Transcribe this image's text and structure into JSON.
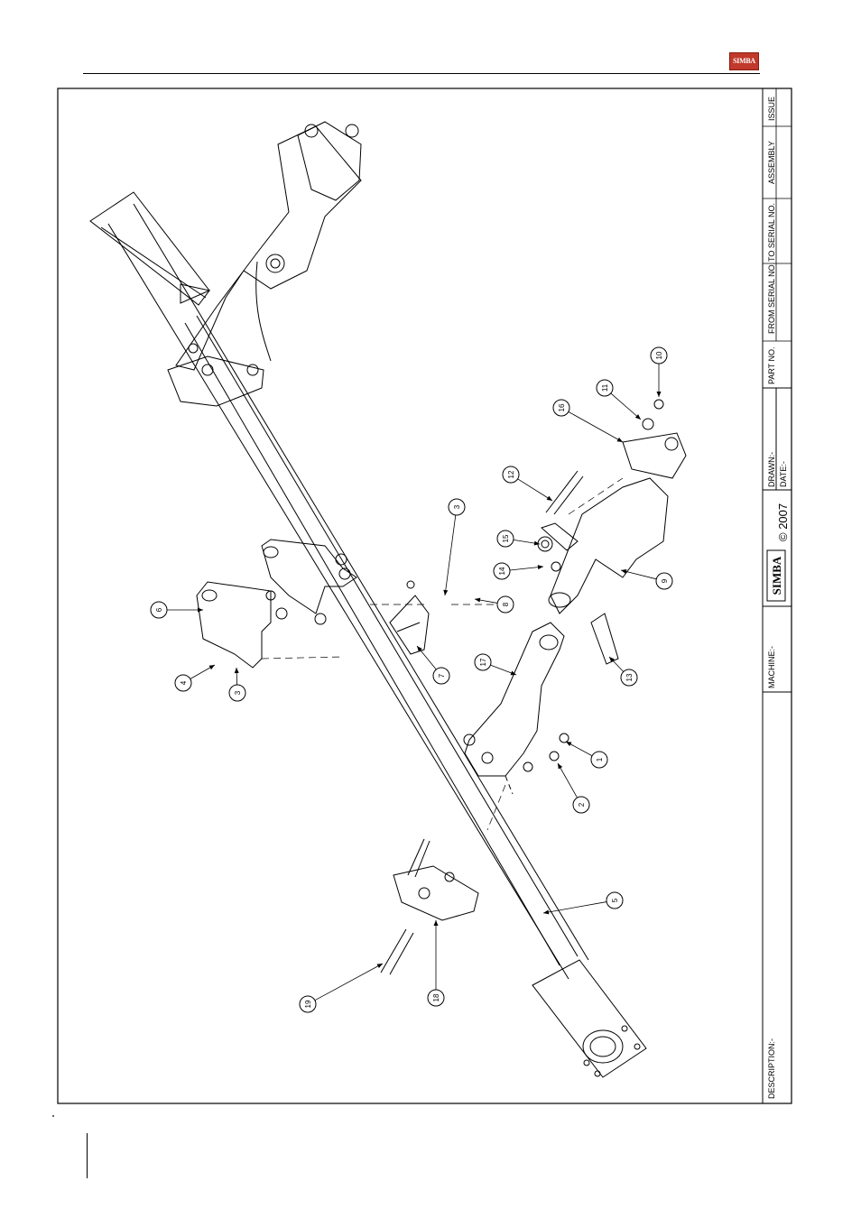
{
  "brand": {
    "logo_text": "SIMBA"
  },
  "drawing": {
    "callouts": [
      {
        "n": "1"
      },
      {
        "n": "2"
      },
      {
        "n": "3"
      },
      {
        "n": "4"
      },
      {
        "n": "5"
      },
      {
        "n": "6"
      },
      {
        "n": "3"
      },
      {
        "n": "7"
      },
      {
        "n": "8"
      },
      {
        "n": "9"
      },
      {
        "n": "10"
      },
      {
        "n": "11"
      },
      {
        "n": "12"
      },
      {
        "n": "13"
      },
      {
        "n": "14"
      },
      {
        "n": "15"
      },
      {
        "n": "16"
      },
      {
        "n": "17"
      },
      {
        "n": "18"
      },
      {
        "n": "19"
      }
    ]
  },
  "title_block": {
    "description": "DESCRIPTION:-",
    "machine": "MACHINE:-",
    "logo_text": "SIMBA",
    "copyright": "© 2007",
    "drawn": "DRAWN:-",
    "date": "DATE:-",
    "part_no": "PART NO.",
    "from_serial": "FROM SERIAL NO.",
    "to_serial": "TO SERIAL NO.",
    "assembly": "ASSEMBLY",
    "issue": "ISSUE"
  }
}
